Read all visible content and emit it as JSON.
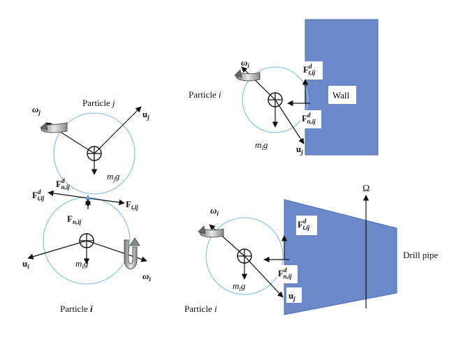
{
  "colors": {
    "circle": "#8ec6e6",
    "body": "#6b89c8",
    "body_stroke": "#4f6fb3",
    "ink": "#111111",
    "label_box": "#ffffff"
  },
  "left_panel": {
    "particle_j_label": {
      "text": "Particle",
      "var": "j"
    },
    "particle_i_label": {
      "text": "Particle",
      "var": "i"
    },
    "u_j": {
      "base": "u",
      "sub": "j"
    },
    "u_i": {
      "base": "u",
      "sub": "i"
    },
    "omega_j": {
      "base": "ω",
      "sub": "j"
    },
    "omega_i": {
      "base": "ω",
      "sub": "i"
    },
    "mjg": {
      "m": "m",
      "sub": "j",
      "g": "g"
    },
    "mig": {
      "m": "m",
      "sub": "i",
      "g": "g"
    },
    "Fd_n": {
      "base": "F",
      "sup": "d",
      "sub": "n,ij"
    },
    "Fd_t": {
      "base": "F",
      "sup": "d",
      "sub": "t,ij"
    },
    "F_t": {
      "base": "F",
      "sub": "t,ij"
    },
    "F_n": {
      "base": "F",
      "sub": "n,ij"
    }
  },
  "top_right_panel": {
    "particle_label": {
      "text": "Particle",
      "var": "i"
    },
    "omega_i": {
      "base": "ω",
      "sub": "i"
    },
    "mig": {
      "m": "m",
      "sub": "i",
      "g": "g"
    },
    "u_j": {
      "base": "u",
      "sub": "j"
    },
    "Fd_t": {
      "base": "F",
      "sup": "d",
      "sub": "t,ij"
    },
    "Fd_n": {
      "base": "F",
      "sup": "d",
      "sub": "n,ij"
    },
    "wall_label": "Wall"
  },
  "bottom_right_panel": {
    "particle_label": {
      "text": "Particle",
      "var": "i"
    },
    "omega_i": {
      "base": "ω",
      "sub": "i"
    },
    "mig": {
      "m": "m",
      "sub": "i",
      "g": "g"
    },
    "u_j": {
      "base": "u",
      "sub": "j"
    },
    "Fd_t": {
      "base": "F",
      "sup": "d",
      "sub": "t,ij"
    },
    "Fd_n": {
      "base": "F",
      "sup": "d",
      "sub": "n,ij"
    },
    "omega_big": "Ω",
    "drill_pipe_label": "Drill pipe"
  }
}
